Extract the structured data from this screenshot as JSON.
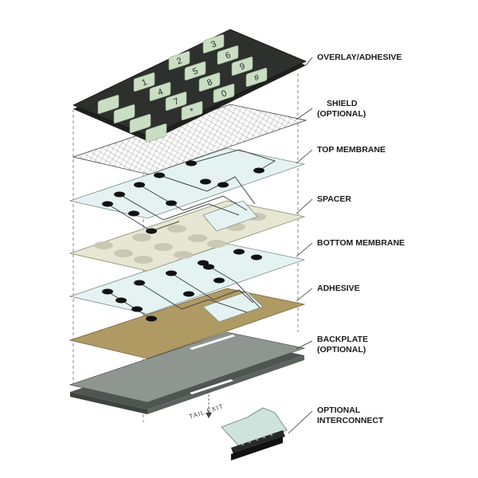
{
  "labels": {
    "overlay": "OVERLAY/ADHESIVE",
    "shield_1": "SHIELD",
    "shield_2": "(OPTIONAL)",
    "top_membrane": "TOP MEMBRANE",
    "spacer": "SPACER",
    "bottom_membrane": "BOTTOM MEMBRANE",
    "adhesive": "ADHESIVE",
    "backplate_1": "BACKPLATE",
    "backplate_2": "(OPTIONAL)",
    "interconnect_1": "OPTIONAL",
    "interconnect_2": "INTERCONNECT"
  },
  "keys": {
    "k1": "1",
    "k2": "2",
    "k3": "3",
    "k4": "4",
    "k5": "5",
    "k6": "6",
    "k7": "7",
    "k8": "8",
    "k9": "9",
    "kstar": "*",
    "k0": "0",
    "khash": "#"
  },
  "tail_exit": "TAIL EXIT",
  "colors": {
    "overlay": "#2e302d",
    "key": "#c9dec2",
    "shield": "#ffffff",
    "membrane": "#e4f3f1",
    "spacer": "#e6e6d2",
    "spacer_hole": "#c9c8b3",
    "adhesive": "#b09a64",
    "backplate": "#8f9690",
    "dot": "#111111"
  }
}
